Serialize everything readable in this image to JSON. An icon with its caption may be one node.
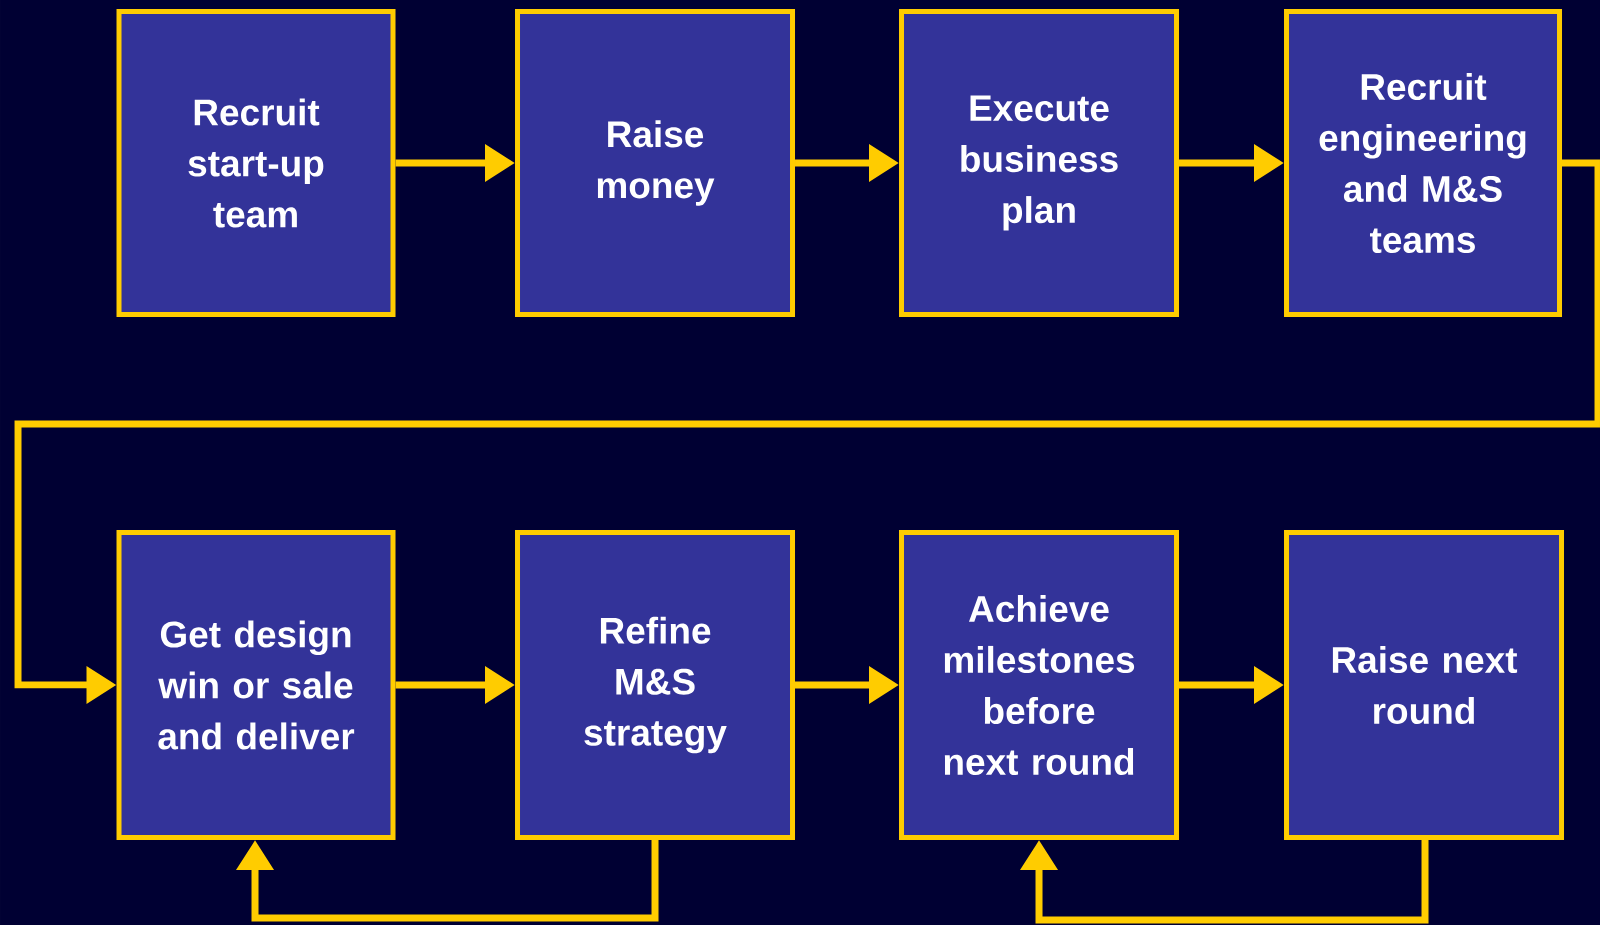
{
  "diagram": {
    "nodes": [
      {
        "text": [
          "Recruit start-up team"
        ]
      },
      {
        "text": [
          "Raise money"
        ]
      },
      {
        "text": [
          "Execute business plan"
        ]
      },
      {
        "text": [
          "Recruit engineering and M&S teams"
        ]
      },
      {
        "text": [
          "Get design win or sale and deliver"
        ]
      },
      {
        "text": [
          "Refine M&S strategy"
        ]
      },
      {
        "text": [
          "Achieve milestones before next round"
        ]
      },
      {
        "text": [
          "Raise next round"
        ]
      }
    ],
    "edges": [
      {
        "from": 0,
        "to": 1,
        "arrow": "to"
      },
      {
        "from": 1,
        "to": 2,
        "arrow": "to"
      },
      {
        "from": 2,
        "to": 3,
        "arrow": "to"
      },
      {
        "from": 3,
        "to": 4,
        "arrow": "to"
      },
      {
        "from": 4,
        "to": 5,
        "arrow": "to"
      },
      {
        "from": 5,
        "to": 6,
        "arrow": "to"
      },
      {
        "from": 6,
        "to": 7,
        "arrow": "to"
      },
      {
        "from": 5,
        "to": 4,
        "arrow": "to"
      },
      {
        "from": 7,
        "to": 6,
        "arrow": "to"
      }
    ]
  }
}
